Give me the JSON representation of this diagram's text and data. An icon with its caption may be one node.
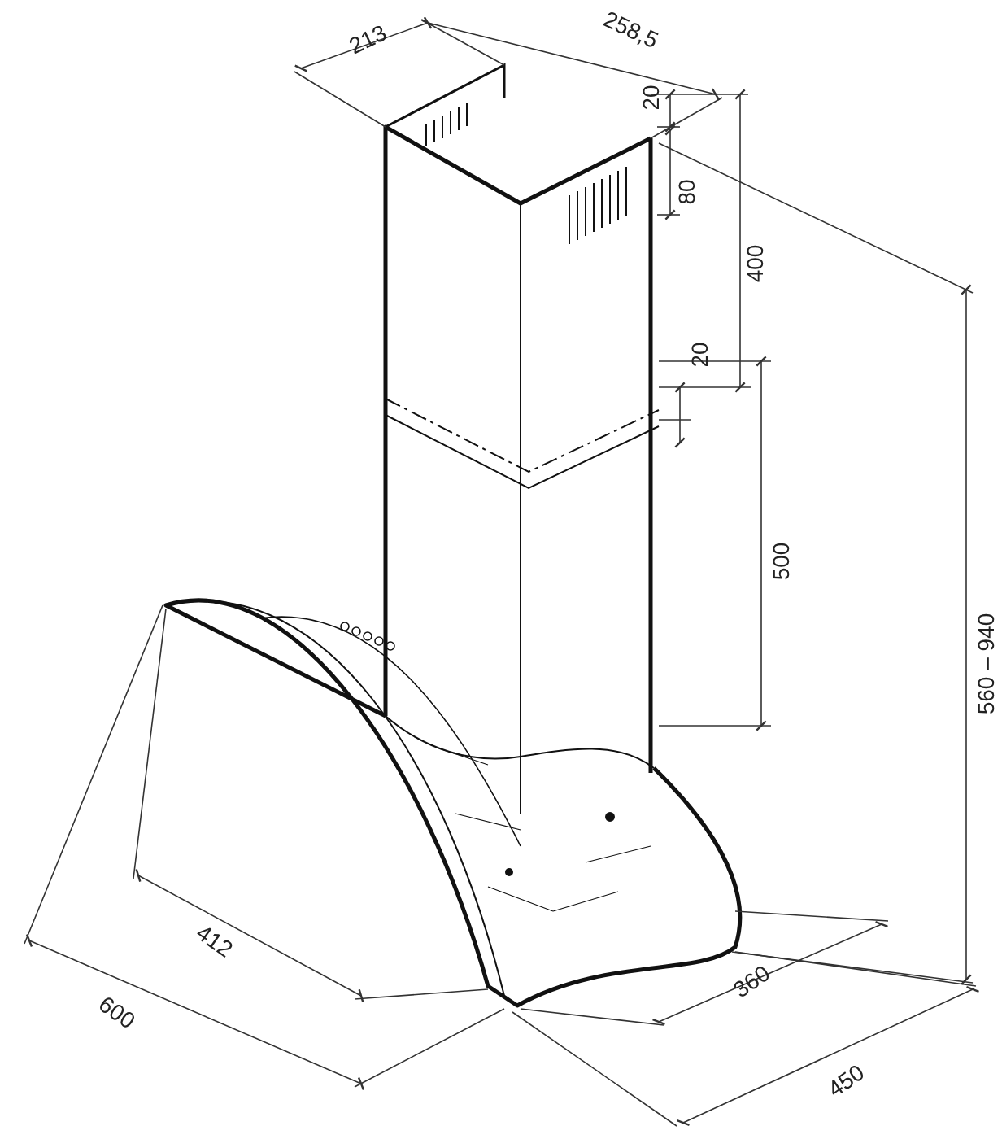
{
  "diagram": {
    "labels": [
      "213",
      "258,5",
      "20",
      "80",
      "400",
      "20",
      "500",
      "560 – 940",
      "412",
      "600",
      "360",
      "450"
    ]
  }
}
